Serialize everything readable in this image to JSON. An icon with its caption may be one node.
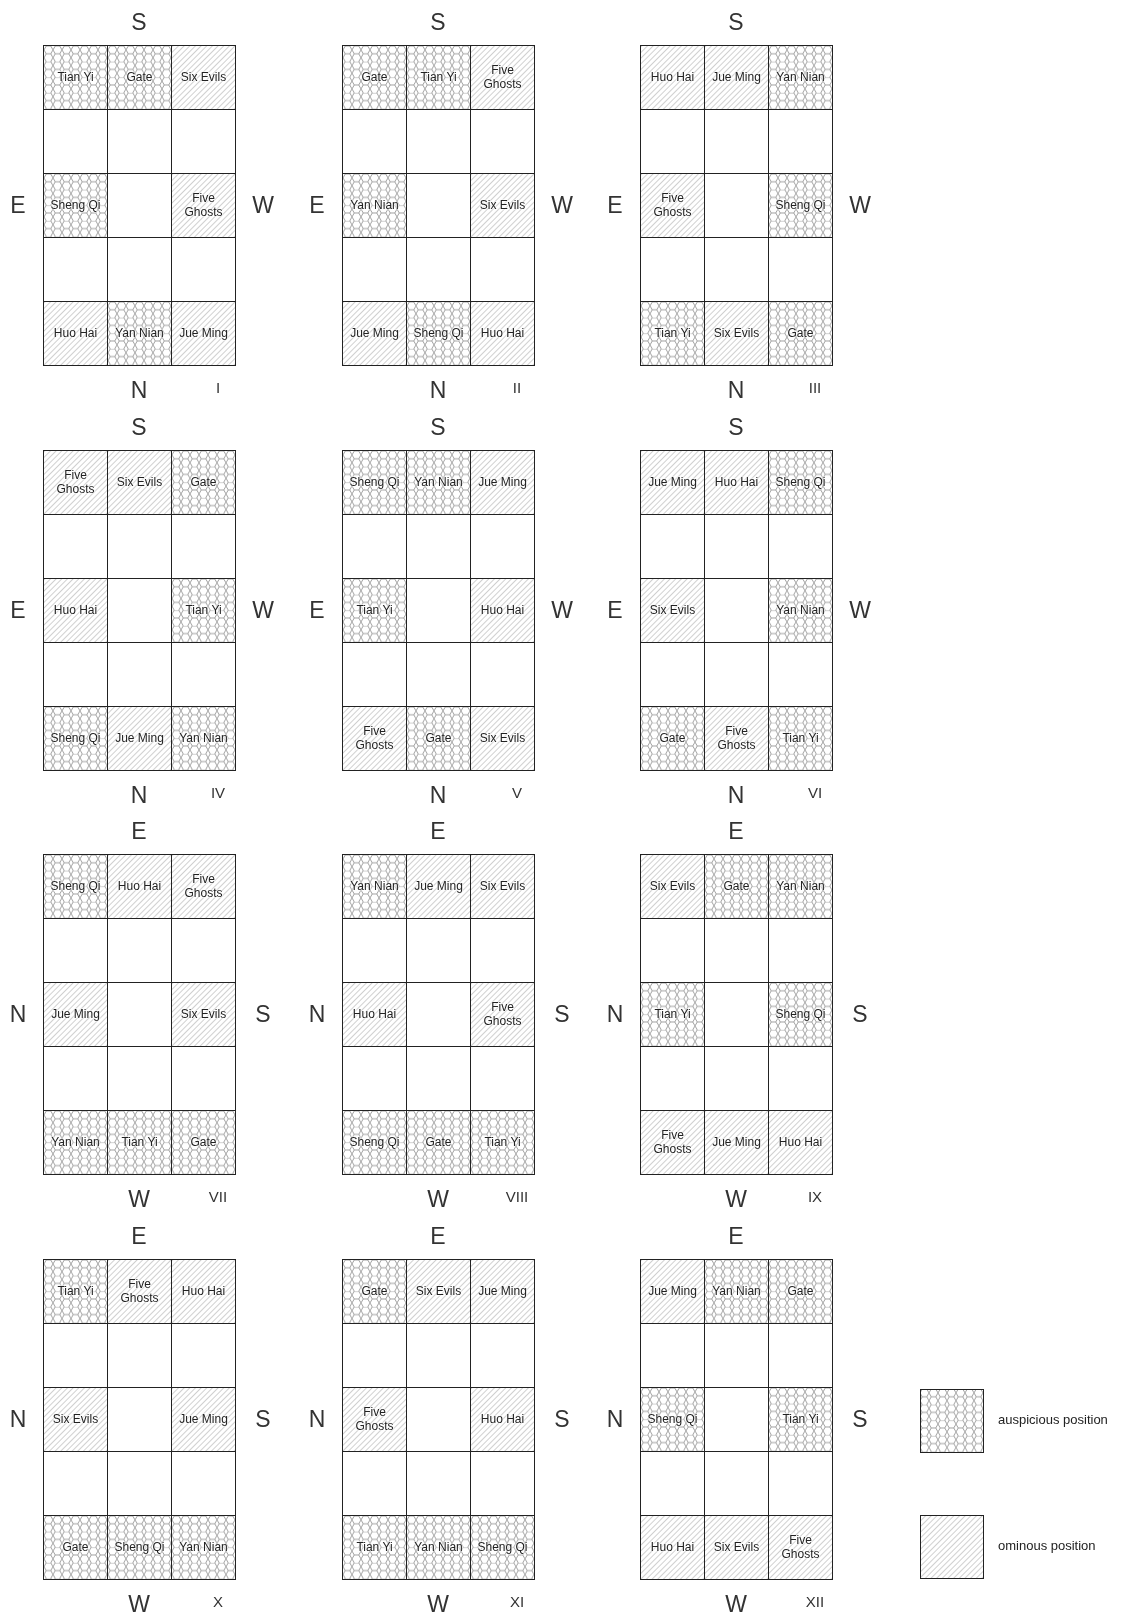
{
  "diagram": {
    "nodes": [
      {
        "text": [],
        "shape": "box",
        "beside": [
          "S",
          "E",
          "W",
          "N",
          "I"
        ]
      },
      {
        "text": [
          "Tian Yi"
        ],
        "in": 0
      },
      {
        "text": [
          "Gate"
        ],
        "in": 0
      },
      {
        "text": [
          "Six Evils"
        ],
        "in": 0
      },
      {
        "text": [],
        "shape": "box",
        "in": 0
      },
      {
        "text": [],
        "shape": "box",
        "in": 0
      },
      {
        "text": [],
        "shape": "box",
        "in": 0
      },
      {
        "text": [
          "Sheng Qi"
        ],
        "in": 0
      },
      {
        "text": [],
        "shape": "box",
        "in": 0
      },
      {
        "text": [
          "Five Ghosts"
        ],
        "in": 0
      },
      {
        "text": [],
        "shape": "box",
        "in": 0
      },
      {
        "text": [],
        "shape": "box",
        "in": 0
      },
      {
        "text": [],
        "shape": "box",
        "in": 0
      },
      {
        "text": [
          "Huo Hai"
        ],
        "in": 0
      },
      {
        "text": [
          "Yan Nian"
        ],
        "in": 0
      },
      {
        "text": [
          "Jue Ming"
        ],
        "in": 0
      },
      {
        "text": [],
        "shape": "box",
        "beside": [
          "S",
          "E",
          "W",
          "N",
          "II"
        ]
      },
      {
        "text": [
          "Gate"
        ],
        "in": 16
      },
      {
        "text": [
          "Tian Yi"
        ],
        "in": 16
      },
      {
        "text": [
          "Five Ghosts"
        ],
        "in": 16
      },
      {
        "text": [],
        "shape": "box",
        "in": 16
      },
      {
        "text": [],
        "shape": "box",
        "in": 16
      },
      {
        "text": [],
        "shape": "box",
        "in": 16
      },
      {
        "text": [
          "Yan Nian"
        ],
        "in": 16
      },
      {
        "text": [],
        "shape": "box",
        "in": 16
      },
      {
        "text": [
          "Six Evils"
        ],
        "in": 16
      },
      {
        "text": [],
        "shape": "box",
        "in": 16
      },
      {
        "text": [],
        "shape": "box",
        "in": 16
      },
      {
        "text": [],
        "shape": "box",
        "in": 16
      },
      {
        "text": [
          "Jue Ming"
        ],
        "in": 16
      },
      {
        "text": [
          "Sheng Qi"
        ],
        "in": 16
      },
      {
        "text": [
          "Huo Hai"
        ],
        "in": 16
      },
      {
        "text": [],
        "shape": "box",
        "beside": [
          "S",
          "E",
          "W",
          "N",
          "III"
        ]
      },
      {
        "text": [
          "Huo Hai"
        ],
        "in": 32
      },
      {
        "text": [
          "Jue Ming"
        ],
        "in": 32
      },
      {
        "text": [
          "Yan Nian"
        ],
        "in": 32
      },
      {
        "text": [],
        "shape": "box",
        "in": 32
      },
      {
        "text": [],
        "shape": "box",
        "in": 32
      },
      {
        "text": [],
        "shape": "box",
        "in": 32
      },
      {
        "text": [
          "Five Ghosts"
        ],
        "in": 32
      },
      {
        "text": [],
        "shape": "box",
        "in": 32
      },
      {
        "text": [
          "Sheng Qi"
        ],
        "in": 32
      },
      {
        "text": [],
        "shape": "box",
        "in": 32
      },
      {
        "text": [],
        "shape": "box",
        "in": 32
      },
      {
        "text": [],
        "shape": "box",
        "in": 32
      },
      {
        "text": [
          "Tian Yi"
        ],
        "in": 32
      },
      {
        "text": [
          "Six Evils"
        ],
        "in": 32
      },
      {
        "text": [
          "Gate"
        ],
        "in": 32
      },
      {
        "text": [],
        "shape": "box",
        "beside": [
          "S",
          "E",
          "W",
          "N",
          "IV"
        ]
      },
      {
        "text": [
          "Five Ghosts"
        ],
        "in": 48
      },
      {
        "text": [
          "Six Evils"
        ],
        "in": 48
      },
      {
        "text": [
          "Gate"
        ],
        "in": 48
      },
      {
        "text": [],
        "shape": "box",
        "in": 48
      },
      {
        "text": [],
        "shape": "box",
        "in": 48
      },
      {
        "text": [],
        "shape": "box",
        "in": 48
      },
      {
        "text": [
          "Huo Hai"
        ],
        "in": 48
      },
      {
        "text": [],
        "shape": "box",
        "in": 48
      },
      {
        "text": [
          "Tian Yi"
        ],
        "in": 48
      },
      {
        "text": [],
        "shape": "box",
        "in": 48
      },
      {
        "text": [],
        "shape": "box",
        "in": 48
      },
      {
        "text": [],
        "shape": "box",
        "in": 48
      },
      {
        "text": [
          "Sheng Qi"
        ],
        "in": 48
      },
      {
        "text": [
          "Jue Ming"
        ],
        "in": 48
      },
      {
        "text": [
          "Yan Nian"
        ],
        "in": 48
      },
      {
        "text": [],
        "shape": "box",
        "beside": [
          "S",
          "E",
          "W",
          "N",
          "V"
        ]
      },
      {
        "text": [
          "Sheng Qi"
        ],
        "in": 64
      },
      {
        "text": [
          "Yan Nian"
        ],
        "in": 64
      },
      {
        "text": [
          "Jue Ming"
        ],
        "in": 64
      },
      {
        "text": [],
        "shape": "box",
        "in": 64
      },
      {
        "text": [],
        "shape": "box",
        "in": 64
      },
      {
        "text": [],
        "shape": "box",
        "in": 64
      },
      {
        "text": [
          "Tian Yi"
        ],
        "in": 64
      },
      {
        "text": [],
        "shape": "box",
        "in": 64
      },
      {
        "text": [
          "Huo Hai"
        ],
        "in": 64
      },
      {
        "text": [],
        "shape": "box",
        "in": 64
      },
      {
        "text": [],
        "shape": "box",
        "in": 64
      },
      {
        "text": [],
        "shape": "box",
        "in": 64
      },
      {
        "text": [
          "Five Ghosts"
        ],
        "in": 64
      },
      {
        "text": [
          "Gate"
        ],
        "in": 64
      },
      {
        "text": [
          "Six Evils"
        ],
        "in": 64
      },
      {
        "text": [],
        "shape": "box",
        "beside": [
          "S",
          "E",
          "W",
          "N",
          "VI"
        ]
      },
      {
        "text": [
          "Jue Ming"
        ],
        "in": 80
      },
      {
        "text": [
          "Huo Hai"
        ],
        "in": 80
      },
      {
        "text": [
          "Sheng Qi"
        ],
        "in": 80
      },
      {
        "text": [],
        "shape": "box",
        "in": 80
      },
      {
        "text": [],
        "shape": "box",
        "in": 80
      },
      {
        "text": [],
        "shape": "box",
        "in": 80
      },
      {
        "text": [
          "Six Evils"
        ],
        "in": 80
      },
      {
        "text": [],
        "shape": "box",
        "in": 80
      },
      {
        "text": [
          "Yan Nian"
        ],
        "in": 80
      },
      {
        "text": [],
        "shape": "box",
        "in": 80
      },
      {
        "text": [],
        "shape": "box",
        "in": 80
      },
      {
        "text": [],
        "shape": "box",
        "in": 80
      },
      {
        "text": [
          "Gate"
        ],
        "in": 80
      },
      {
        "text": [
          "Five Ghosts"
        ],
        "in": 80
      },
      {
        "text": [
          "Tian Yi"
        ],
        "in": 80
      },
      {
        "text": [],
        "shape": "box",
        "beside": [
          "E",
          "N",
          "S",
          "W",
          "VII"
        ]
      },
      {
        "text": [
          "Sheng Qi"
        ],
        "in": 96
      },
      {
        "text": [
          "Huo Hai"
        ],
        "in": 96
      },
      {
        "text": [
          "Five Ghosts"
        ],
        "in": 96
      },
      {
        "text": [],
        "shape": "box",
        "in": 96
      },
      {
        "text": [],
        "shape": "box",
        "in": 96
      },
      {
        "text": [],
        "shape": "box",
        "in": 96
      },
      {
        "text": [
          "Jue Ming"
        ],
        "in": 96
      },
      {
        "text": [],
        "shape": "box",
        "in": 96
      },
      {
        "text": [
          "Six Evils"
        ],
        "in": 96
      },
      {
        "text": [],
        "shape": "box",
        "in": 96
      },
      {
        "text": [],
        "shape": "box",
        "in": 96
      },
      {
        "text": [],
        "shape": "box",
        "in": 96
      },
      {
        "text": [
          "Yan Nian"
        ],
        "in": 96
      },
      {
        "text": [
          "Tian Yi"
        ],
        "in": 96
      },
      {
        "text": [
          "Gate"
        ],
        "in": 96
      },
      {
        "text": [],
        "shape": "box",
        "beside": [
          "E",
          "N",
          "S",
          "W",
          "VIII"
        ]
      },
      {
        "text": [
          "Yan Nian"
        ],
        "in": 112
      },
      {
        "text": [
          "Jue Ming"
        ],
        "in": 112
      },
      {
        "text": [
          "Six Evils"
        ],
        "in": 112
      },
      {
        "text": [],
        "shape": "box",
        "in": 112
      },
      {
        "text": [],
        "shape": "box",
        "in": 112
      },
      {
        "text": [],
        "shape": "box",
        "in": 112
      },
      {
        "text": [
          "Huo Hai"
        ],
        "in": 112
      },
      {
        "text": [],
        "shape": "box",
        "in": 112
      },
      {
        "text": [
          "Five Ghosts"
        ],
        "in": 112
      },
      {
        "text": [],
        "shape": "box",
        "in": 112
      },
      {
        "text": [],
        "shape": "box",
        "in": 112
      },
      {
        "text": [],
        "shape": "box",
        "in": 112
      },
      {
        "text": [
          "Sheng Qi"
        ],
        "in": 112
      },
      {
        "text": [
          "Gate"
        ],
        "in": 112
      },
      {
        "text": [
          "Tian Yi"
        ],
        "in": 112
      },
      {
        "text": [],
        "shape": "box",
        "beside": [
          "E",
          "N",
          "S",
          "W",
          "IX"
        ]
      },
      {
        "text": [
          "Six Evils"
        ],
        "in": 128
      },
      {
        "text": [
          "Gate"
        ],
        "in": 128
      },
      {
        "text": [
          "Yan Nian"
        ],
        "in": 128
      },
      {
        "text": [],
        "shape": "box",
        "in": 128
      },
      {
        "text": [],
        "shape": "box",
        "in": 128
      },
      {
        "text": [],
        "shape": "box",
        "in": 128
      },
      {
        "text": [
          "Tian Yi"
        ],
        "in": 128
      },
      {
        "text": [],
        "shape": "box",
        "in": 128
      },
      {
        "text": [
          "Sheng Qi"
        ],
        "in": 128
      },
      {
        "text": [],
        "shape": "box",
        "in": 128
      },
      {
        "text": [],
        "shape": "box",
        "in": 128
      },
      {
        "text": [],
        "shape": "box",
        "in": 128
      },
      {
        "text": [
          "Five Ghosts"
        ],
        "in": 128
      },
      {
        "text": [
          "Jue Ming"
        ],
        "in": 128
      },
      {
        "text": [
          "Huo Hai"
        ],
        "in": 128
      },
      {
        "text": [],
        "shape": "box",
        "beside": [
          "E",
          "N",
          "S",
          "W",
          "X"
        ]
      },
      {
        "text": [
          "Tian Yi"
        ],
        "in": 144
      },
      {
        "text": [
          "Five Ghosts"
        ],
        "in": 144
      },
      {
        "text": [
          "Huo Hai"
        ],
        "in": 144
      },
      {
        "text": [],
        "shape": "box",
        "in": 144
      },
      {
        "text": [],
        "shape": "box",
        "in": 144
      },
      {
        "text": [],
        "shape": "box",
        "in": 144
      },
      {
        "text": [
          "Six Evils"
        ],
        "in": 144
      },
      {
        "text": [],
        "shape": "box",
        "in": 144
      },
      {
        "text": [
          "Jue Ming"
        ],
        "in": 144
      },
      {
        "text": [],
        "shape": "box",
        "in": 144
      },
      {
        "text": [],
        "shape": "box",
        "in": 144
      },
      {
        "text": [],
        "shape": "box",
        "in": 144
      },
      {
        "text": [
          "Gate"
        ],
        "in": 144
      },
      {
        "text": [
          "Sheng Qi"
        ],
        "in": 144
      },
      {
        "text": [
          "Yan Nian"
        ],
        "in": 144
      },
      {
        "text": [],
        "shape": "box",
        "beside": [
          "E",
          "N",
          "S",
          "W",
          "XI"
        ]
      },
      {
        "text": [
          "Gate"
        ],
        "in": 160
      },
      {
        "text": [
          "Six Evils"
        ],
        "in": 160
      },
      {
        "text": [
          "Jue Ming"
        ],
        "in": 160
      },
      {
        "text": [],
        "shape": "box",
        "in": 160
      },
      {
        "text": [],
        "shape": "box",
        "in": 160
      },
      {
        "text": [],
        "shape": "box",
        "in": 160
      },
      {
        "text": [
          "Five Ghosts"
        ],
        "in": 160
      },
      {
        "text": [],
        "shape": "box",
        "in": 160
      },
      {
        "text": [
          "Huo Hai"
        ],
        "in": 160
      },
      {
        "text": [],
        "shape": "box",
        "in": 160
      },
      {
        "text": [],
        "shape": "box",
        "in": 160
      },
      {
        "text": [],
        "shape": "box",
        "in": 160
      },
      {
        "text": [
          "Tian Yi"
        ],
        "in": 160
      },
      {
        "text": [
          "Yan Nian"
        ],
        "in": 160
      },
      {
        "text": [
          "Sheng Qi"
        ],
        "in": 160
      },
      {
        "text": [],
        "shape": "box",
        "beside": [
          "E",
          "N",
          "S",
          "W",
          "XII"
        ]
      },
      {
        "text": [
          "Jue Ming"
        ],
        "in": 176
      },
      {
        "text": [
          "Yan Nian"
        ],
        "in": 176
      },
      {
        "text": [
          "Gate"
        ],
        "in": 176
      },
      {
        "text": [],
        "shape": "box",
        "in": 176
      },
      {
        "text": [],
        "shape": "box",
        "in": 176
      },
      {
        "text": [],
        "shape": "box",
        "in": 176
      },
      {
        "text": [
          "Sheng Qi"
        ],
        "in": 176
      },
      {
        "text": [],
        "shape": "box",
        "in": 176
      },
      {
        "text": [
          "Tian Yi"
        ],
        "in": 176
      },
      {
        "text": [],
        "shape": "box",
        "in": 176
      },
      {
        "text": [],
        "shape": "box",
        "in": 176
      },
      {
        "text": [],
        "shape": "box",
        "in": 176
      },
      {
        "text": [
          "Huo Hai"
        ],
        "in": 176
      },
      {
        "text": [
          "Six Evils"
        ],
        "in": 176
      },
      {
        "text": [
          "Five Ghosts"
        ],
        "in": 176
      }
    ],
    "legend": [
      {
        "text": "auspicious position"
      },
      {
        "text": "ominous position"
      }
    ]
  }
}
